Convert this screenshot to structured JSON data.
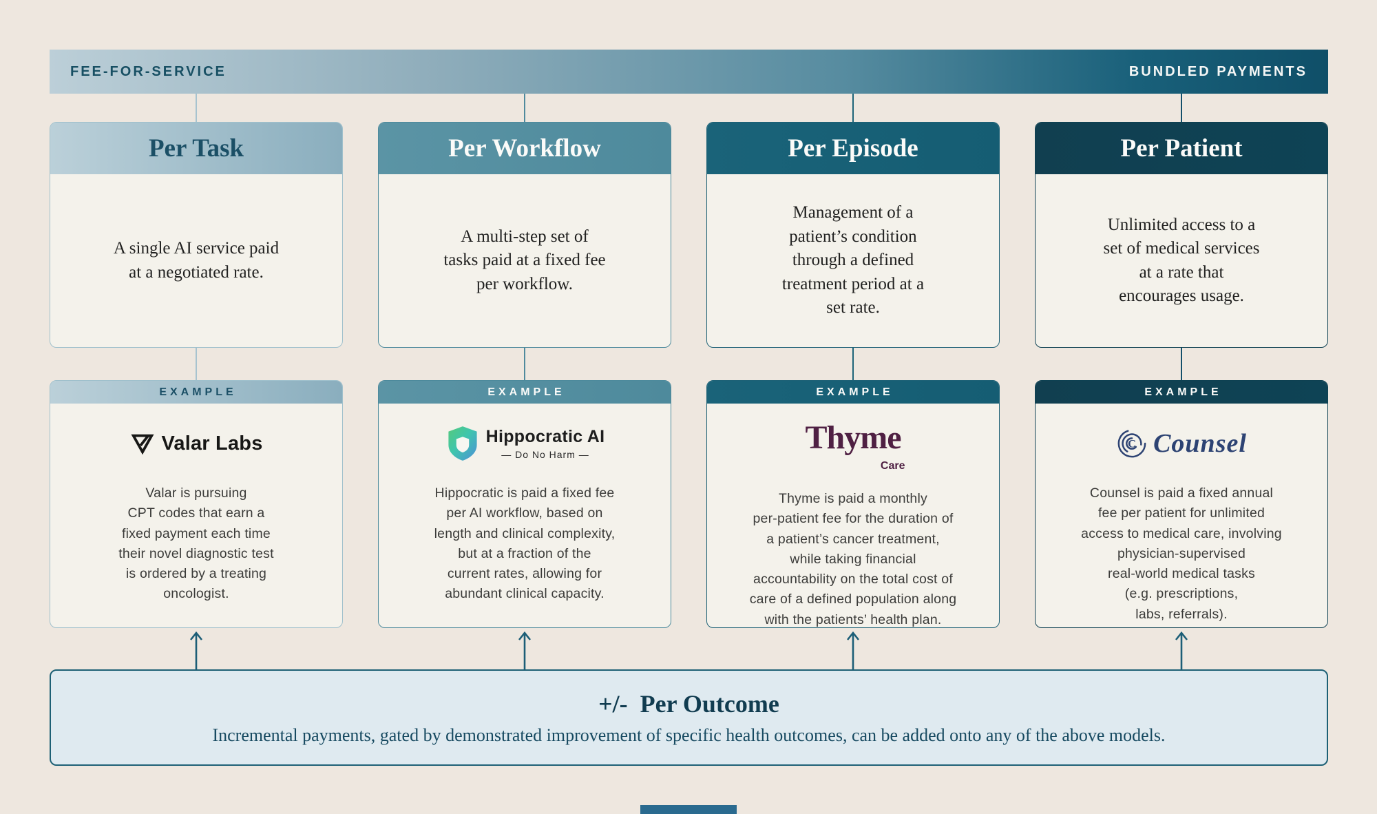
{
  "page": {
    "background": "#eee7df",
    "card_background": "#f4f2eb",
    "footer_strip_color": "#2a6a8f"
  },
  "top_bar": {
    "left_label": "FEE-FOR-SERVICE",
    "right_label": "BUNDLED PAYMENTS",
    "gradient_from": "#bccfd8",
    "gradient_to": "#0f4f68",
    "left_text_color": "#174f63",
    "right_text_color": "#f5f7f6"
  },
  "columns": [
    {
      "key": "per-task",
      "title": "Per Task",
      "description": "A single AI service paid\nat a negotiated rate.",
      "example_label": "EXAMPLE",
      "example_text": "Valar is pursuing\nCPT codes that earn a\nfixed payment each time\ntheir novel diagnostic test\nis ordered by a treating\noncologist.",
      "logo": {
        "name": "Valar Labs",
        "text": "Valar Labs",
        "icon": "valar-triangle-icon",
        "color": "#171715"
      },
      "colors": {
        "header_bg_from": "#bbd0d9",
        "header_bg_to": "#8aaebe",
        "header_text": "#1b4f66",
        "border": "#9fc0cc",
        "connector": "#a7c3cf"
      }
    },
    {
      "key": "per-workflow",
      "title": "Per Workflow",
      "description": "A multi-step set of\ntasks paid at a fixed fee\nper workflow.",
      "example_label": "EXAMPLE",
      "example_text": "Hippocratic is paid a fixed fee\nper AI workflow, based on\nlength and clinical complexity,\nbut at a fraction of the\ncurrent rates, allowing for\nabundant clinical capacity.",
      "logo": {
        "name": "Hippocratic AI",
        "text": "Hippocratic AI",
        "tagline": "—  Do No Harm  —",
        "icon": "hippocratic-shield-icon",
        "color": "#1e1e1e"
      },
      "colors": {
        "header_bg_from": "#5b94a5",
        "header_bg_to": "#4e8a9c",
        "header_text": "#fbfbf9",
        "border": "#4d8a9c",
        "connector": "#4f8a9d"
      }
    },
    {
      "key": "per-episode",
      "title": "Per Episode",
      "description": "Management of a\npatient’s condition\nthrough a defined\ntreatment period at a\nset rate.",
      "example_label": "EXAMPLE",
      "example_text": "Thyme is paid a monthly\nper-patient fee for the duration of\na patient’s cancer treatment,\nwhile taking financial\naccountability on the total cost of\ncare of a defined population along\nwith the patients’ health plan.",
      "logo": {
        "name": "Thyme Care",
        "text": "Thyme",
        "subtext": "Care",
        "color": "#4f2043"
      },
      "colors": {
        "header_bg_from": "#1a6379",
        "header_bg_to": "#155d73",
        "header_text": "#fbfbf9",
        "border": "#1d6176",
        "connector": "#1d6478"
      }
    },
    {
      "key": "per-patient",
      "title": "Per Patient",
      "description": "Unlimited access to a\nset of medical services\nat a rate that\nencourages usage.",
      "example_label": "EXAMPLE",
      "example_text": "Counsel is paid a fixed annual\nfee per patient for unlimited\naccess to medical care, involving\nphysician-supervised\nreal-world medical tasks\n(e.g. prescriptions,\nlabs, referrals).",
      "logo": {
        "name": "Counsel",
        "text": "Counsel",
        "icon": "counsel-fingerprint-icon",
        "color": "#2d4373"
      },
      "colors": {
        "header_bg_from": "#113f50",
        "header_bg_to": "#0e4355",
        "header_text": "#fbfbf9",
        "border": "#0e4152",
        "connector": "#14506b"
      }
    }
  ],
  "outcome_banner": {
    "title": "+/-  Per Outcome",
    "subtitle": "Incremental payments, gated by demonstrated improvement of specific health outcomes,  can be added onto any of the above models.",
    "background": "#dfeaf0",
    "border_color": "#1d6075",
    "arrow_color": "#1c5e77"
  }
}
